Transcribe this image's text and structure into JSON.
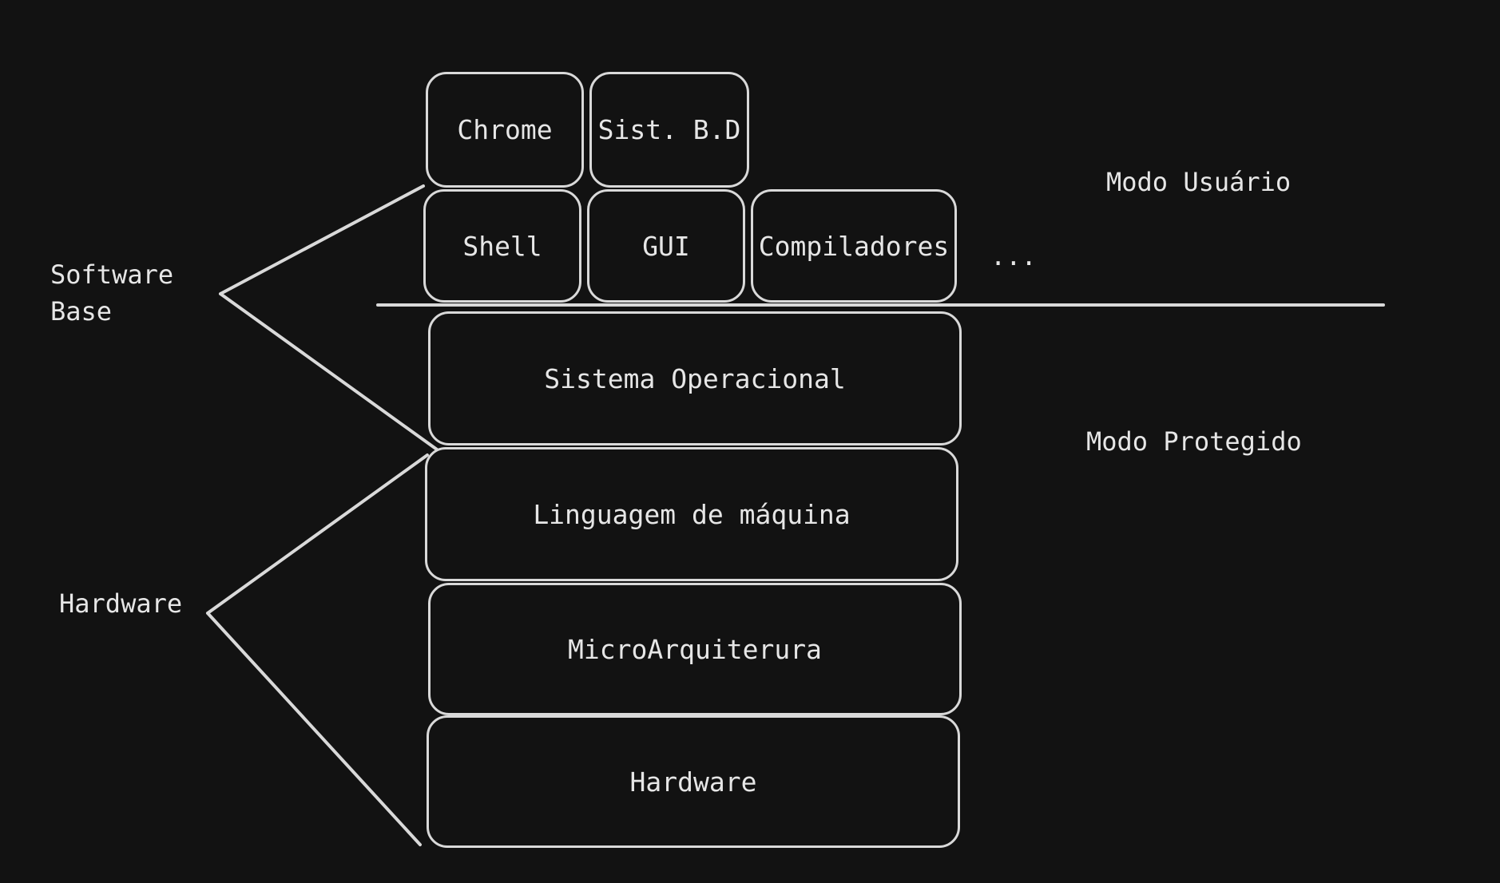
{
  "user_layer": {
    "top_row": [
      "Chrome",
      "Sist. B.D"
    ],
    "bottom_row": [
      "Shell",
      "GUI",
      "Compiladores"
    ],
    "ellipsis": "..."
  },
  "stack": {
    "os": "Sistema Operacional",
    "machine_language": "Linguagem de máquina",
    "microarchitecture": "MicroArquiterura",
    "hardware": "Hardware"
  },
  "groups": {
    "software_base_line1": "Software",
    "software_base_line2": "Base",
    "hardware": "Hardware"
  },
  "modes": {
    "user": "Modo Usuário",
    "protected": "Modo Protegido"
  },
  "colors": {
    "background": "#121212",
    "stroke": "#d9d9d9",
    "text": "#e6e6e6"
  }
}
